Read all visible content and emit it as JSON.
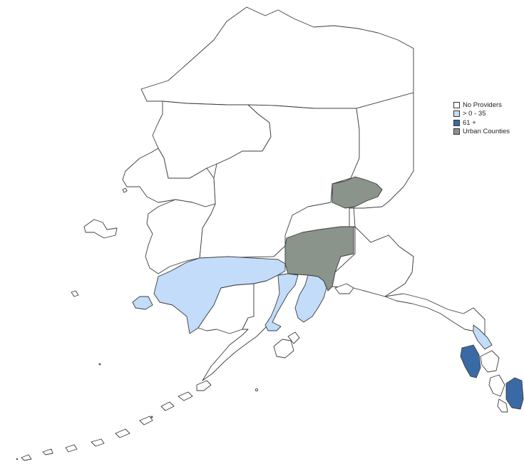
{
  "map": {
    "subject": "Alaska boroughs / census areas",
    "classes": {
      "none": {
        "color": "#ffffff"
      },
      "low": {
        "color": "#c2dcfa"
      },
      "high": {
        "color": "#3a6aa5"
      },
      "urban": {
        "color": "#8b948a"
      }
    }
  },
  "legend": {
    "items": [
      {
        "label": "No Providers",
        "color": "#ffffff"
      },
      {
        "label": "> 0 - 35",
        "color": "#c2dcfa"
      },
      {
        "label": "61 +",
        "color": "#3a6aa5"
      },
      {
        "label": "Urban Counties",
        "color": "#8b948a"
      }
    ]
  }
}
